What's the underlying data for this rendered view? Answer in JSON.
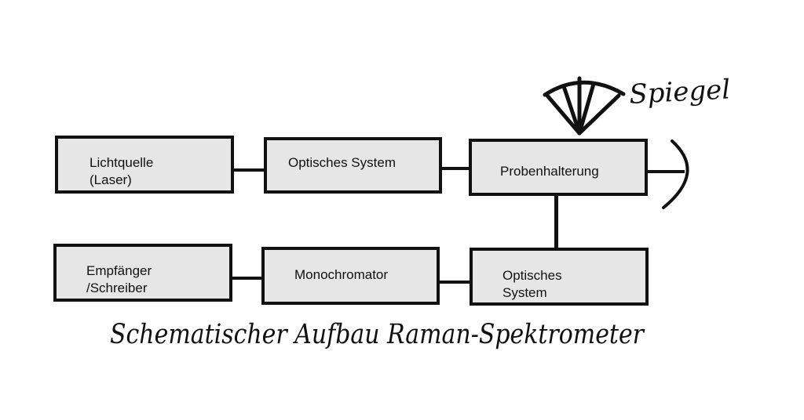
{
  "diagram": {
    "blocks": [
      {
        "id": "lichtquelle",
        "label": "Lichtquelle\n(Laser)"
      },
      {
        "id": "optisches-system-top",
        "label": "Optisches System"
      },
      {
        "id": "probenhalterung",
        "label": "Probenhalterung"
      },
      {
        "id": "empfaenger",
        "label": "Empfänger\n/Schreiber"
      },
      {
        "id": "monochromator",
        "label": "Monochromator"
      },
      {
        "id": "optisches-system-bottom",
        "label": "Optisches\nSystem"
      }
    ],
    "mirror_label": "Spiegel",
    "caption": "Schematischer Aufbau Raman-Spektrometer"
  }
}
